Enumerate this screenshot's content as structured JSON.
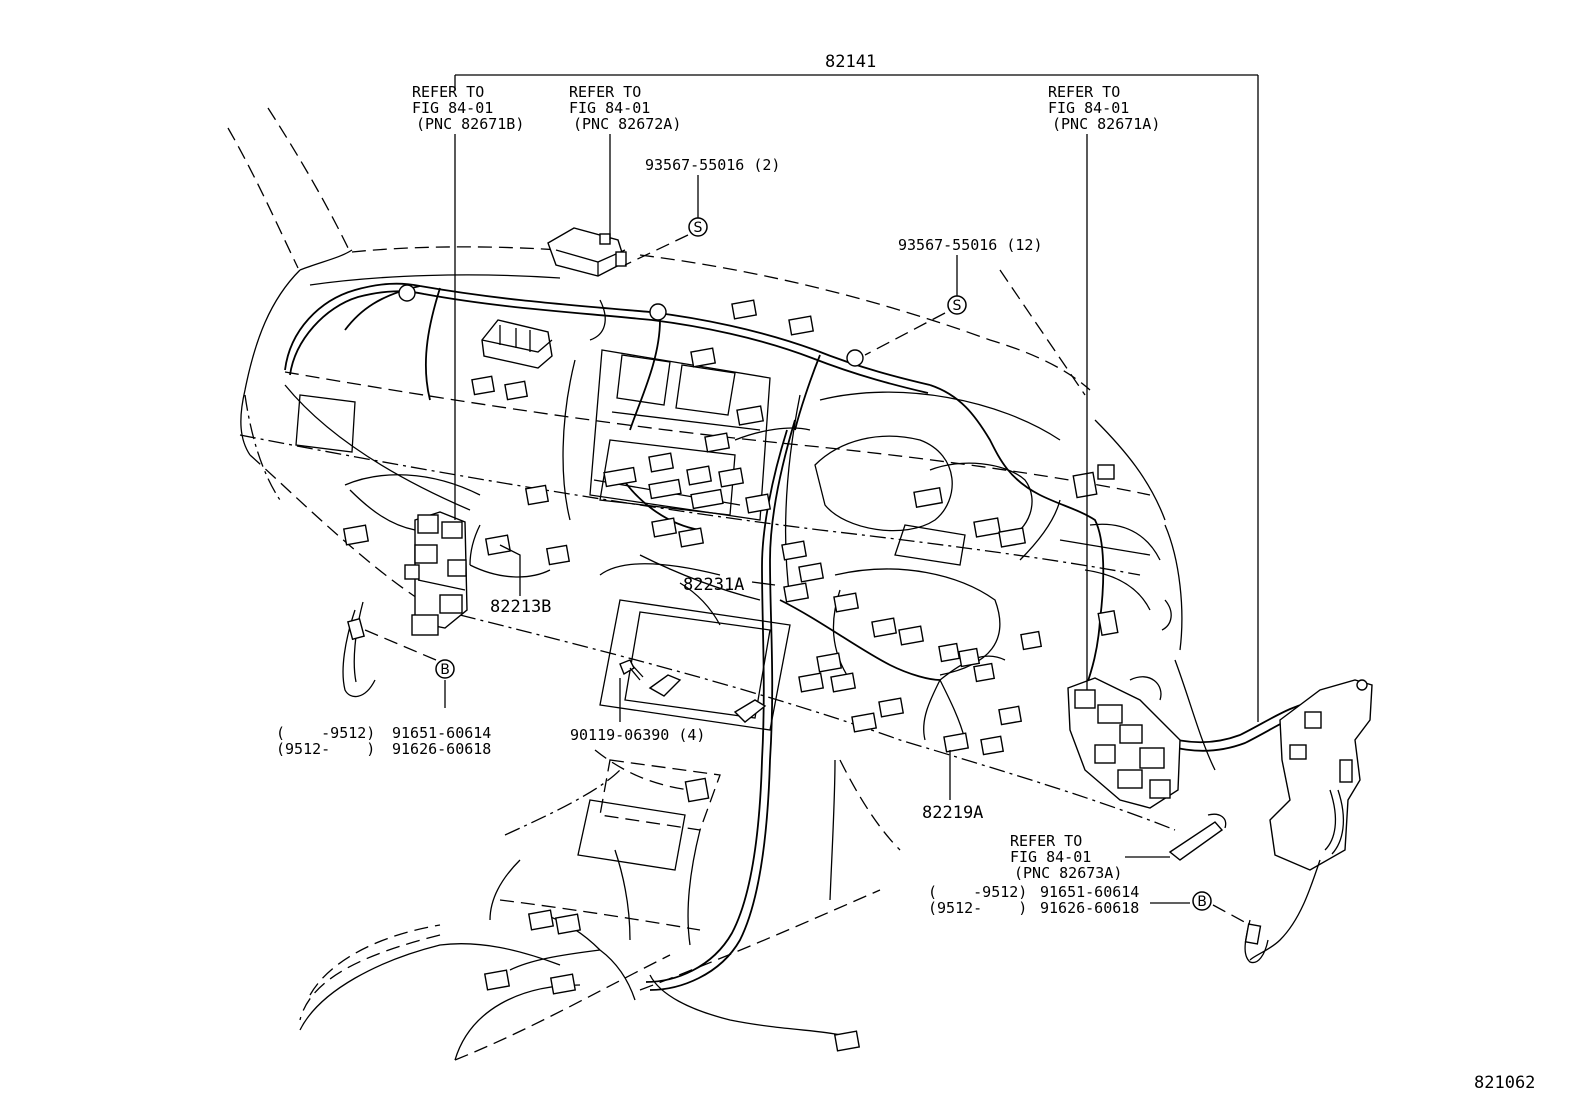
{
  "diagram": {
    "figure_code": "821062",
    "main_part": "82141",
    "refs": {
      "left": {
        "line1": "REFER TO",
        "line2": "FIG 84-01",
        "line3": "(PNC 82671B)"
      },
      "mid": {
        "line1": "REFER TO",
        "line2": "FIG 84-01",
        "line3": "(PNC 82672A)"
      },
      "right": {
        "line1": "REFER TO",
        "line2": "FIG 84-01",
        "line3": "(PNC 82671A)"
      },
      "bottom": {
        "line1": "REFER TO",
        "line2": "FIG 84-01",
        "line3": "(PNC 82673A)"
      }
    },
    "parts": {
      "clip_s_2": "93567-55016 (2)",
      "clip_s_12": "93567-55016 (12)",
      "harness_82213b": "82213B",
      "harness_82231a": "82231A",
      "harness_82219a": "82219A",
      "bolt": "90119-06390 (4)"
    },
    "markers": {
      "s": "S",
      "b": "B"
    },
    "applicability_left": {
      "range1": "(    -9512)",
      "range2": "(9512-    )",
      "part1": "91651-60614",
      "part2": "91626-60618"
    },
    "applicability_right": {
      "range1": "(    -9512)",
      "range2": "(9512-    )",
      "part1": "91651-60614",
      "part2": "91626-60618"
    }
  }
}
